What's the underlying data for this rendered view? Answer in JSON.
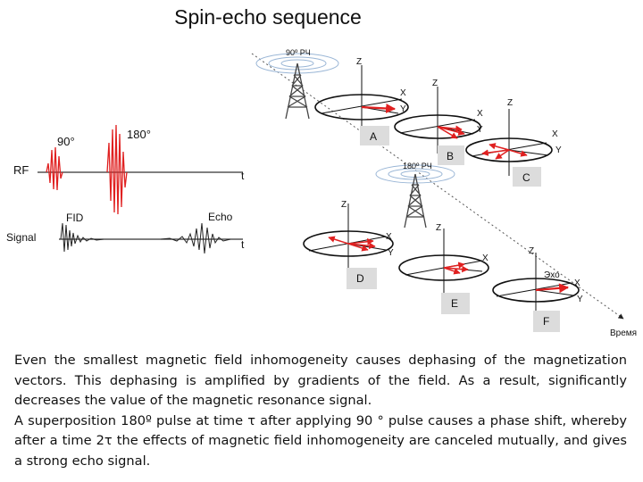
{
  "title": "Spin-echo sequence",
  "left_panel": {
    "rf_label": "RF",
    "signal_label": "Signal",
    "pulse_90": "90°",
    "pulse_180": "180°",
    "fid": "FID",
    "echo": "Echo",
    "time_rf": "t",
    "time_signal": "t"
  },
  "right_panel": {
    "antenna_top": "90º РЧ",
    "antenna_mid": "180º РЧ",
    "axis_x": "X",
    "axis_y": "Y",
    "axis_z": "Z",
    "stages": [
      "A",
      "B",
      "C",
      "D",
      "E",
      "F"
    ],
    "echo_ru": "Эхо",
    "time_ru": "Время"
  },
  "caption": {
    "p1": "Even the smallest magnetic field inhomogeneity causes dephasing of the magnetization vectors. This dephasing is amplified by gradients of the field. As a result, significantly decreases the value of the magnetic resonance signal.",
    "p2": "A superposition 180º pulse at time τ after applying 90 ° pulse causes a phase shift, whereby after a time 2τ the effects of magnetic field inhomogeneity are canceled mutually, and gives a strong echo signal."
  }
}
